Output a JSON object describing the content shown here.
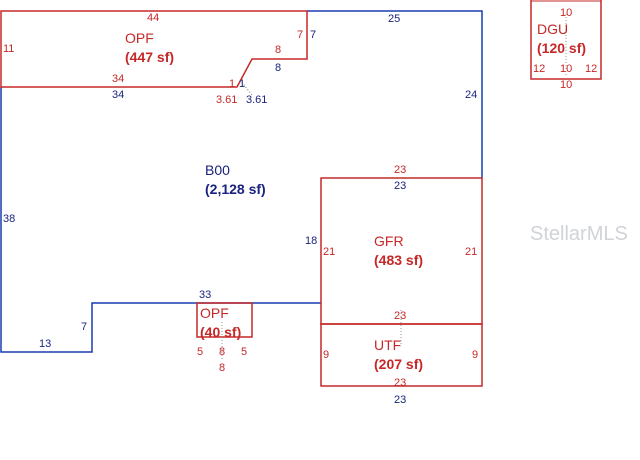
{
  "areas": {
    "b00": {
      "code": "B00",
      "area": "(2,128 sf)"
    },
    "opf_top": {
      "code": "OPF",
      "area": "(447 sf)"
    },
    "opf_small": {
      "code": "OPF",
      "area": "(40 sf)"
    },
    "gfr": {
      "code": "GFR",
      "area": "(483 sf)"
    },
    "utf": {
      "code": "UTF",
      "area": "(207 sf)"
    },
    "dgu": {
      "code": "DGU",
      "area": "(120 sf)"
    }
  },
  "dimensions": {
    "b00": {
      "top": "25",
      "right": "24",
      "left": "38",
      "top_left": "34",
      "diag": "3.61",
      "seg1": "1",
      "step": "8",
      "step_v": "7",
      "bottom_mid": "33",
      "bottom_left": "13",
      "inner_v": "7",
      "gfr_side": "18"
    },
    "opf_top": {
      "top": "44",
      "left": "11",
      "bottom": "34",
      "right": "7",
      "step": "8",
      "diag": "3.61",
      "seg1": "1"
    },
    "gfr": {
      "top": "23",
      "top_outer": "23",
      "left": "21",
      "right": "21",
      "bottom": "23"
    },
    "utf": {
      "left": "9",
      "right": "9",
      "bottom": "23",
      "bottom_outer": "23"
    },
    "opf_small": {
      "left": "5",
      "mid": "8",
      "right": "5",
      "mid_low": "8"
    },
    "dgu": {
      "top": "10",
      "mid": "10",
      "left": "12",
      "right": "12",
      "bottom": "10"
    }
  },
  "watermark": "StellarMLS",
  "colors": {
    "building": "#1a3bb0",
    "addition": "#c62828"
  }
}
